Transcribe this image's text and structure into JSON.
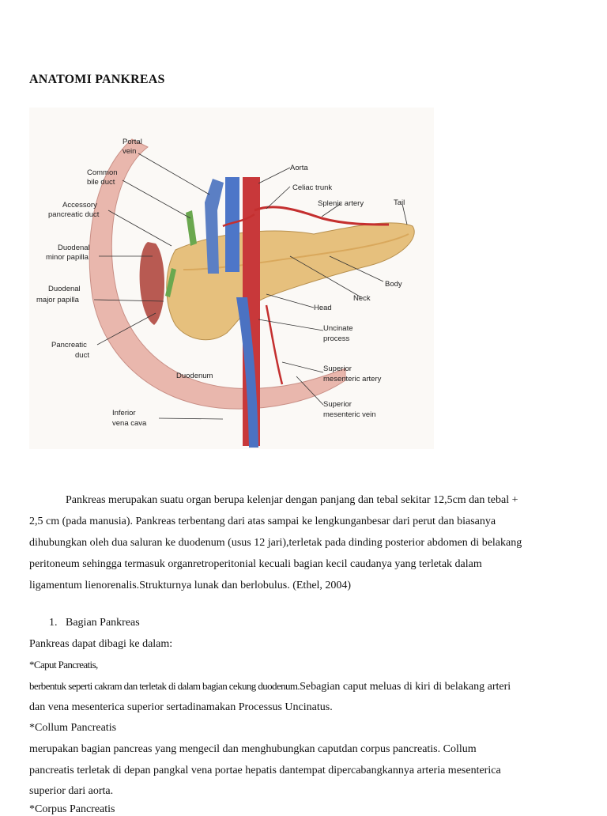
{
  "document": {
    "title": "ANATOMI PANKREAS",
    "figure": {
      "labels": {
        "portal_vein_1": "Portal",
        "portal_vein_2": "vein",
        "common_bile_duct_1": "Common",
        "common_bile_duct_2": "bile duct",
        "accessory_duct_1": "Accessory",
        "accessory_duct_2": "pancreatic duct",
        "minor_papilla_1": "Duodenal",
        "minor_papilla_2": "minor papilla",
        "major_papilla_1": "Duodenal",
        "major_papilla_2": "major papilla",
        "pancreatic_duct_1": "Pancreatic",
        "pancreatic_duct_2": "duct",
        "inferior_vena_cava_1": "Inferior",
        "inferior_vena_cava_2": "vena cava",
        "aorta": "Aorta",
        "celiac_trunk": "Celiac trunk",
        "splenic_artery": "Splenic artery",
        "tail": "Tail",
        "body": "Body",
        "neck": "Neck",
        "head": "Head",
        "uncinate_1": "Uncinate",
        "uncinate_2": "process",
        "sma_1": "Superior",
        "sma_2": "mesenteric artery",
        "smv_1": "Superior",
        "smv_2": "mesenteric vein",
        "duodenum": "Duodenum"
      }
    },
    "paragraph_lines": [
      "Pankreas merupakan suatu organ berupa kelenjar dengan panjang dan tebal sekitar 12,5cm dan tebal +",
      "2,5 cm (pada manusia). Pankreas terbentang dari atas sampai ke lengkunganbesar dari perut dan biasanya",
      "dihubungkan oleh dua saluran ke duodenum (usus 12 jari),terletak pada dinding posterior abdomen di belakang",
      "peritoneum sehingga termasuk organretroperitonial kecuali bagian kecil caudanya yang terletak dalam",
      "ligamentum lienorenalis.Strukturnya lunak dan berlobulus. (Ethel, 2004)"
    ],
    "list_item": {
      "number": "1.",
      "text": "Bagian Pankreas"
    },
    "intro": "Pankreas dapat dibagi ke dalam:",
    "caput_heading": "*Caput Pancreatis,",
    "caput_line1_condensed": "berbentuk seperti cakram dan terletak di dalam bagian cekung duodenum.",
    "caput_line1_rest": "Sebagian caput meluas di kiri di belakang arteri",
    "caput_line2": "dan vena mesenterica superior sertadinamakan Processus Uncinatus.",
    "collum_heading": "*Collum Pancreatis",
    "collum_line1": " merupakan bagian pancreas yang mengecil dan menghubungkan caputdan corpus pancreatis. Collum",
    "collum_line2": "pancreatis terletak di depan pangkal vena portae hepatis dantempat dipercabangkannya arteria mesenterica",
    "collum_line3": "superior dari aorta.",
    "partial_next": "*Corpus Pancreatis"
  }
}
